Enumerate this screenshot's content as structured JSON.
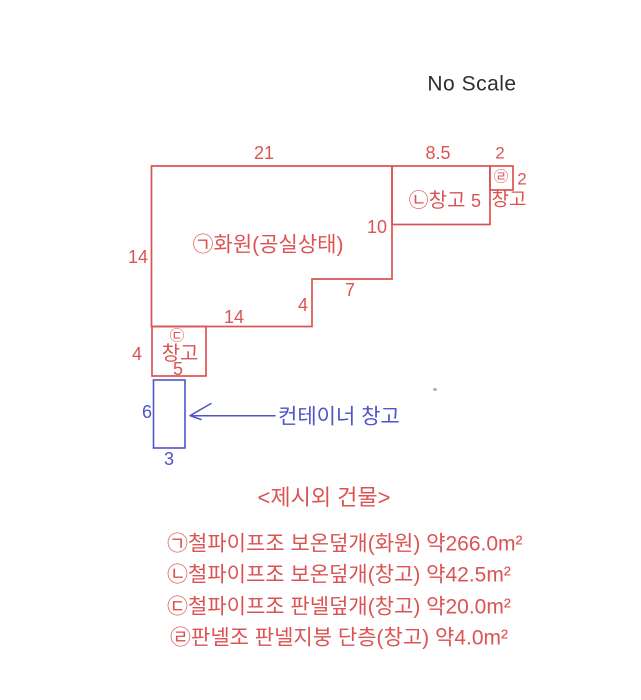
{
  "colors": {
    "red": "#dc5353",
    "blue": "#4f55c6",
    "ink": "#2e2e2e",
    "dot": "#9aa0b8"
  },
  "header": {
    "no_scale": "No Scale"
  },
  "diagram": {
    "main_label": "㉠화원(공실상태)",
    "warehouse_b_label": "㉡창고",
    "warehouse_d_symbol": "㉣",
    "warehouse_d_label": "창고",
    "warehouse_c_symbol": "㉢",
    "warehouse_c_label": "창고",
    "container_label": "컨테이너 창고",
    "dims": {
      "top_main": "21",
      "top_b": "8.5",
      "top_d": "2",
      "right_d": "2",
      "right_b": "5",
      "right_main": "10",
      "left_main": "14",
      "step_h": "7",
      "step_v": "4",
      "bottom_main": "14",
      "left_c": "4",
      "bottom_c": "5",
      "left_container": "6",
      "bottom_container": "3"
    }
  },
  "legend": {
    "title": "<제시외 건물>",
    "items": [
      "㉠철파이프조 보온덮개(화원) 약266.0m²",
      "㉡철파이프조 보온덮개(창고) 약42.5m²",
      "㉢철파이프조 판넬덮개(창고) 약20.0m²",
      "㉣판넬조 판넬지붕 단층(창고) 약4.0m²"
    ]
  }
}
